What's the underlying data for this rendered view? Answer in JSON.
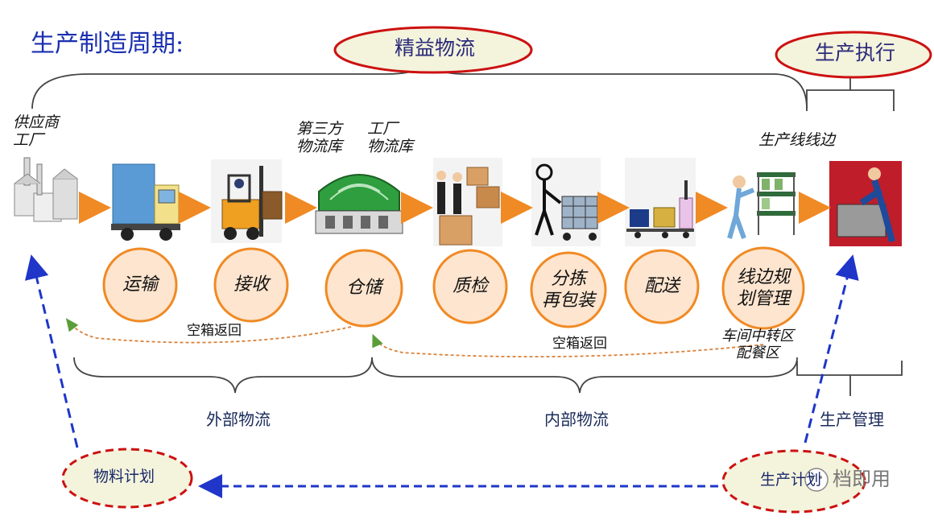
{
  "title": "生产制造周期:",
  "top_labels": {
    "lean_logistics": "精益物流",
    "production_execution": "生产执行"
  },
  "stations": {
    "supplier": "供应商\n工厂",
    "third_party": "第三方\n物流库",
    "factory_warehouse": "工厂\n物流库",
    "line_side": "生产线线边"
  },
  "steps": [
    "运输",
    "接收",
    "仓储",
    "质检",
    "分拣\n再包装",
    "配送",
    "线边规\n划管理"
  ],
  "empty_box_return_1": "空箱返回",
  "empty_box_return_2": "空箱返回",
  "workshop_transfer": "车间中转区\n配餐区",
  "groups": {
    "external": "外部物流",
    "internal": "内部物流",
    "production_mgmt": "生产管理"
  },
  "plans": {
    "material": "物料计划",
    "production": "生产计划"
  },
  "watermark": "档即用",
  "colors": {
    "arrow_orange": "#f08a24",
    "circle_fill": "#fde5cf",
    "ellipse_fill": "#f4f3dc",
    "ellipse_border": "#cc1111",
    "plan_dashed": "#1f36c9",
    "title_blue": "#1a2fb0"
  }
}
